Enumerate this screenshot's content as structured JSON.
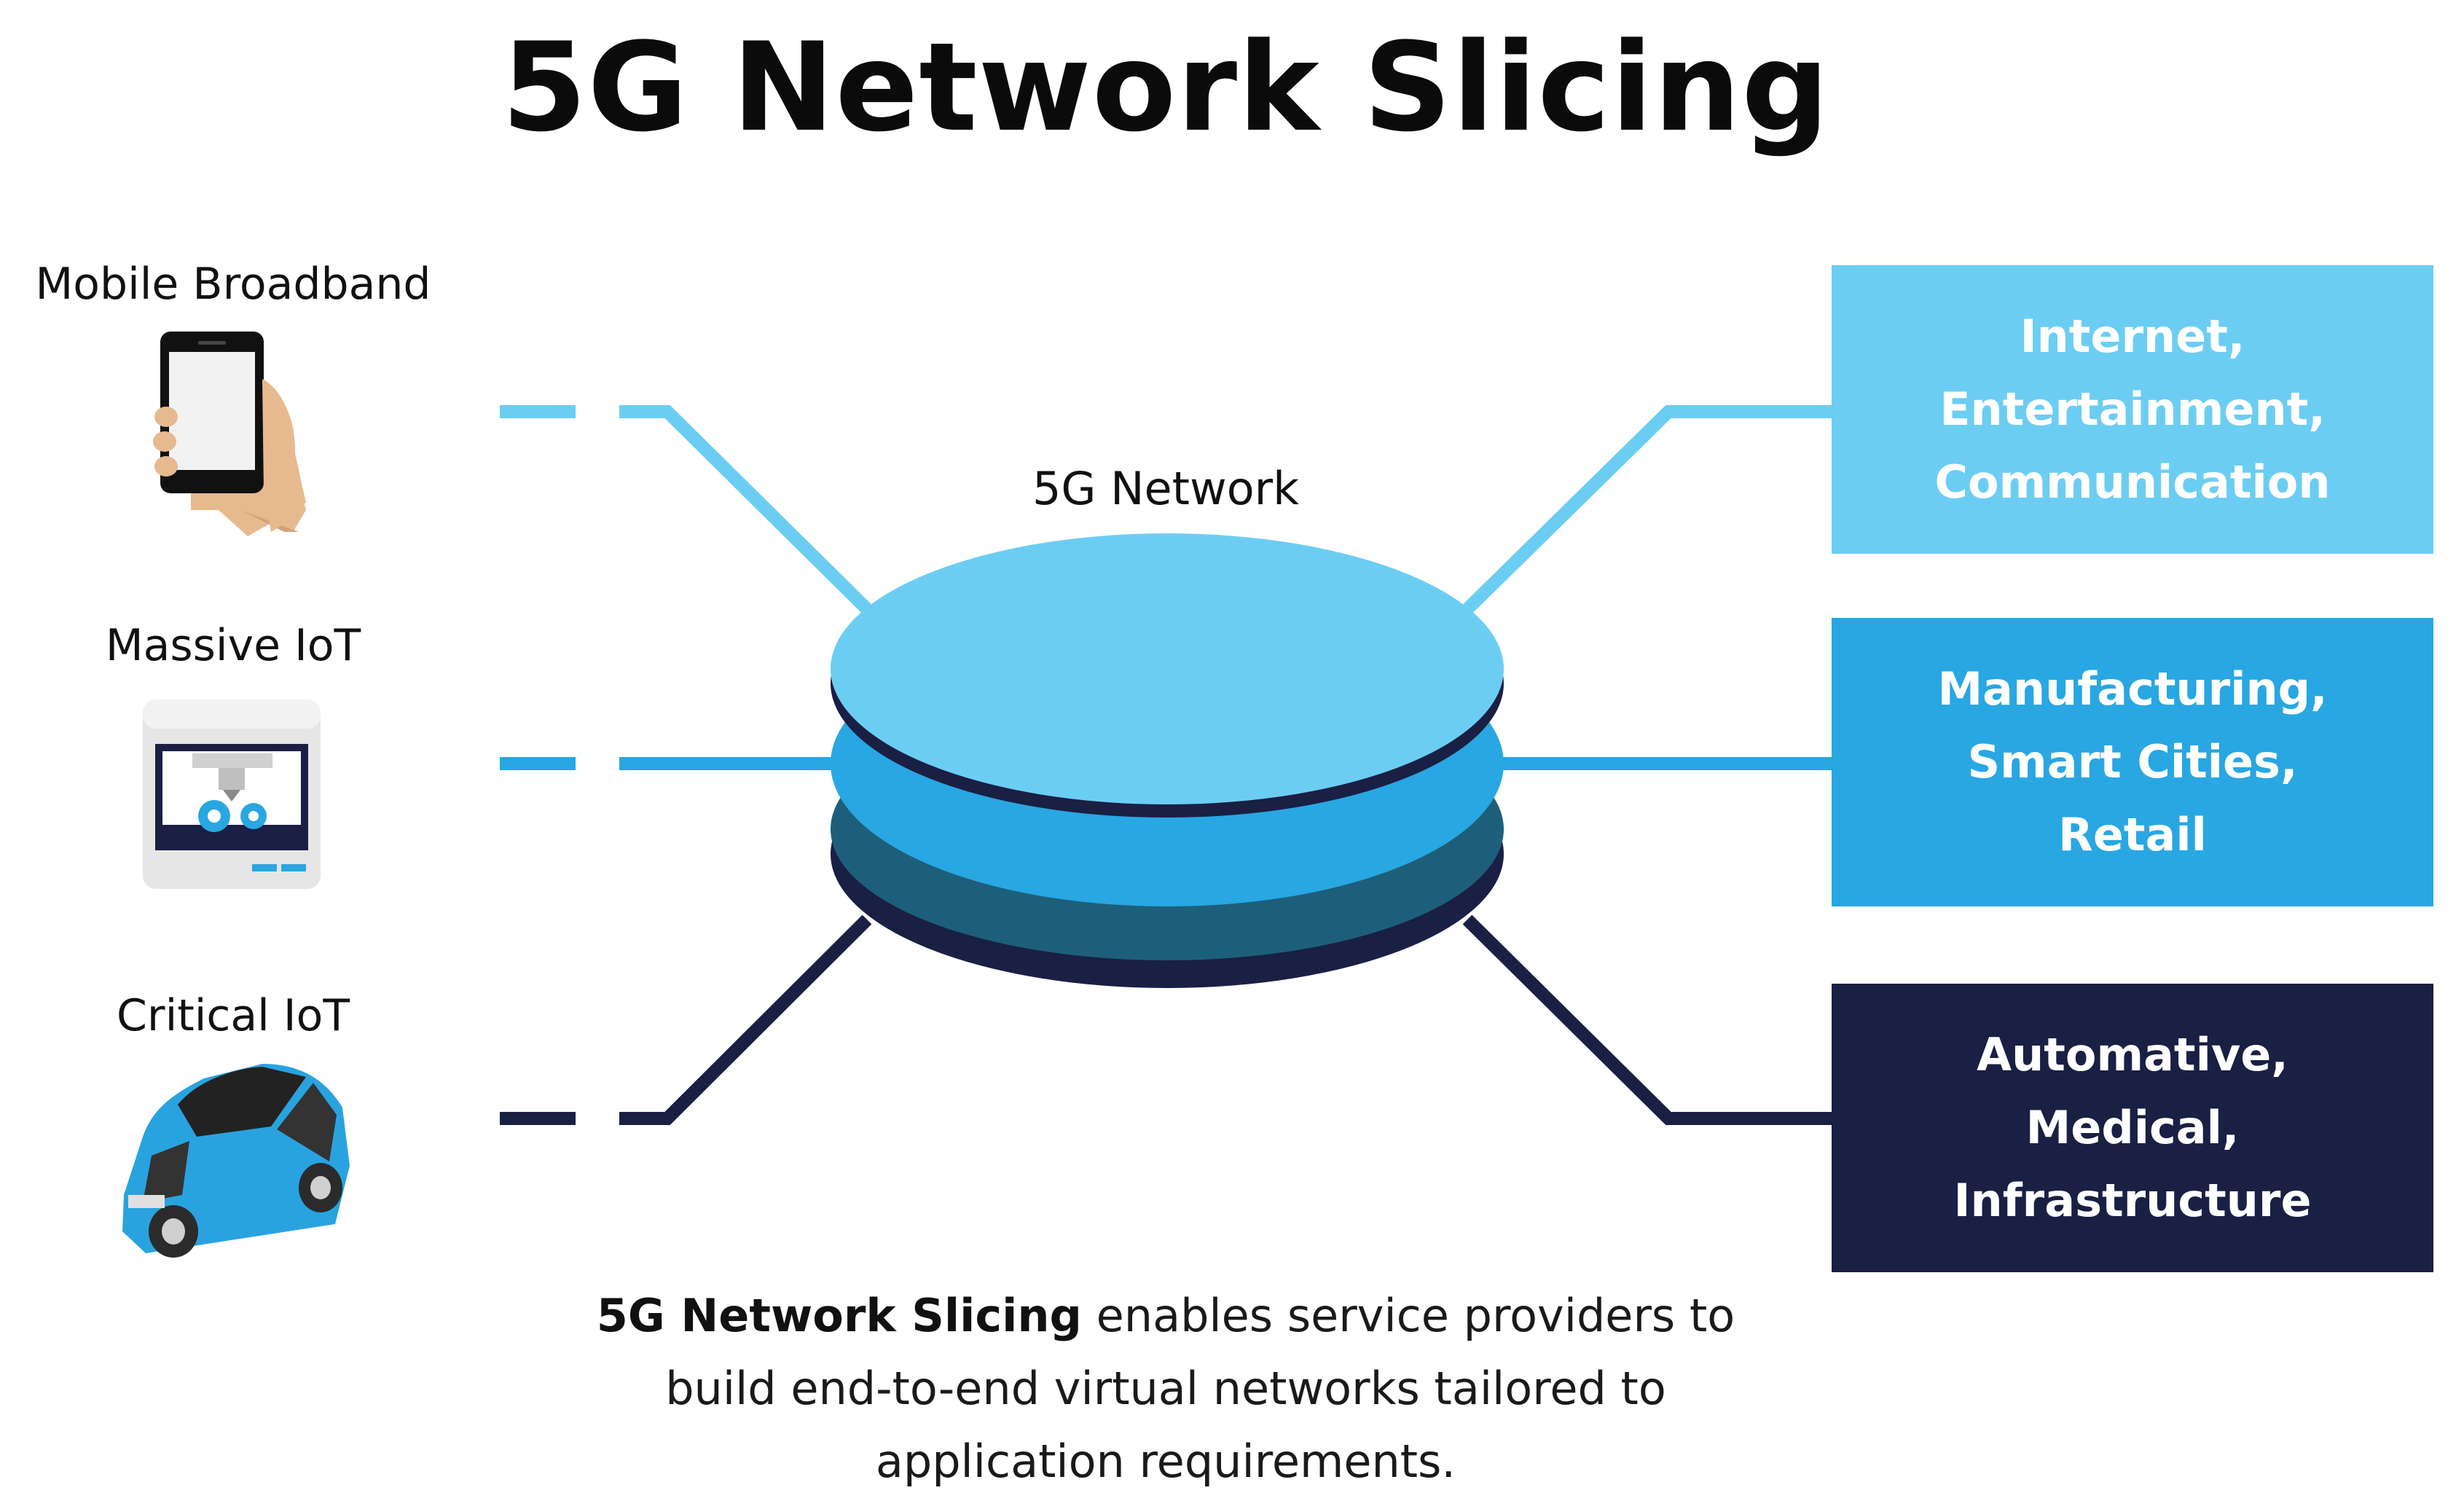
{
  "title": "5G Network Slicing",
  "center_label": "5G Network",
  "slices": [
    {
      "label": "Mobile Broadband",
      "icon": "smartphone-in-hand-icon",
      "color": "#6ccdf3"
    },
    {
      "label": "Massive IoT",
      "icon": "automated-machine-icon",
      "color": "#28a7e2"
    },
    {
      "label": "Critical IoT",
      "icon": "connected-car-icon",
      "color": "#1a1f44"
    }
  ],
  "applications": [
    {
      "lines": [
        "Internet,",
        "Entertainment,",
        "Communication"
      ],
      "color": "#6ccdf3"
    },
    {
      "lines": [
        "Manufacturing,",
        "Smart Cities,",
        "Retail"
      ],
      "color": "#28a7e2"
    },
    {
      "lines": [
        "Automative,",
        "Medical,",
        "Infrastructure"
      ],
      "color": "#1a1f44"
    }
  ],
  "caption": {
    "bold": "5G Network Slicing",
    "rest": " enables service providers to",
    "line2": "build end-to-end virtual networks tailored to",
    "line3": "application requirements."
  },
  "colors": {
    "light_blue": "#6ccdf3",
    "mid_blue": "#28a7e2",
    "dark_navy": "#1a1f44"
  }
}
